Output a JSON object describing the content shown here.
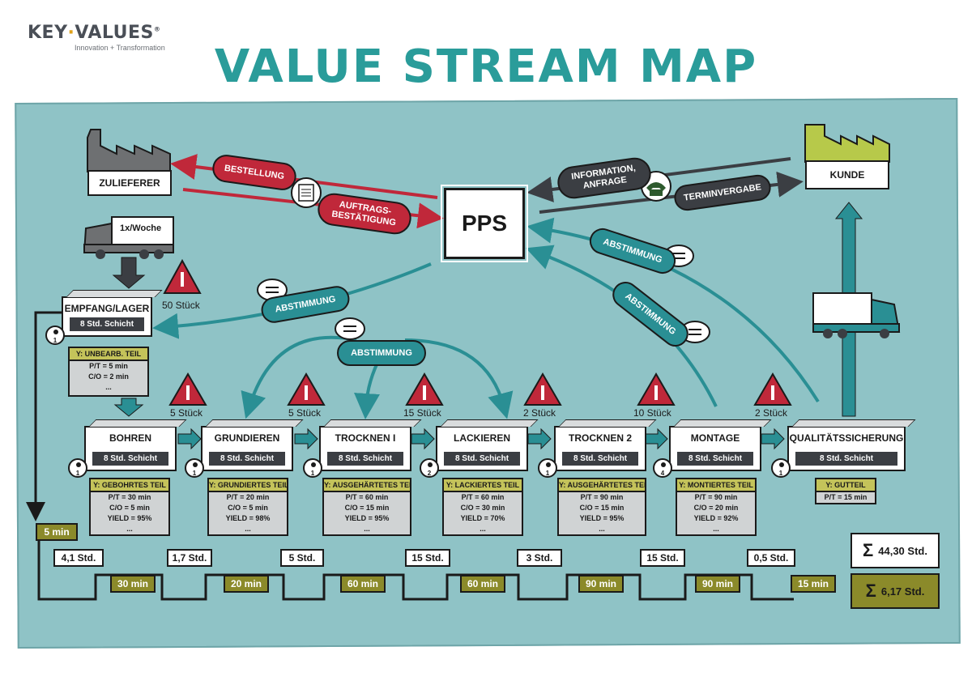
{
  "logo": {
    "text_a": "KEY",
    "text_b": "VALUES",
    "reg": "®",
    "sub": "Innovation + Transformation"
  },
  "title": "VALUE STREAM MAP",
  "supplier": {
    "label": "ZULIEFERER"
  },
  "customer": {
    "label": "KUNDE"
  },
  "pps": {
    "label": "PPS"
  },
  "truck_in": {
    "label": "1x/Woche"
  },
  "info_flows": {
    "bestellung": "BESTELLUNG",
    "auftrag_1": "AUFTRAGS-",
    "auftrag_2": "BESTÄTIGUNG",
    "information_1": "INFORMATION,",
    "information_2": "ANFRAGE",
    "terminvergabe": "TERMINVERGABE",
    "abstimmung": "ABSTIMMUNG"
  },
  "empfang": {
    "name": "EMPFANG/LAGER",
    "shift": "8 Std. Schicht",
    "operators": "1",
    "data_header": "Y: UNBEARB. TEIL",
    "data_lines": [
      "P/T = 5 min",
      "C/O = 2 min",
      "..."
    ],
    "inventory": "50 Stück"
  },
  "processes": [
    {
      "name": "BOHREN",
      "shift": "8 Std. Schicht",
      "operators": "1",
      "data_header": "Y: GEBOHRTES TEIL",
      "data_lines": [
        "P/T = 30 min",
        "C/O = 5 min",
        "YIELD = 95%",
        "..."
      ]
    },
    {
      "name": "GRUNDIEREN",
      "shift": "8 Std. Schicht",
      "operators": "1",
      "data_header": "Y: GRUNDIERTES TEIL",
      "data_lines": [
        "P/T = 20 min",
        "C/O = 5 min",
        "YIELD = 98%",
        "..."
      ]
    },
    {
      "name": "TROCKNEN I",
      "shift": "8 Std. Schicht",
      "operators": "1",
      "data_header": "Y: AUSGEHÄRTETES TEIL",
      "data_lines": [
        "P/T = 60 min",
        "C/O = 15 min",
        "YIELD = 95%",
        "..."
      ]
    },
    {
      "name": "LACKIEREN",
      "shift": "8 Std. Schicht",
      "operators": "2",
      "data_header": "Y: LACKIERTES TEIL",
      "data_lines": [
        "P/T = 60 min",
        "C/O = 30 min",
        "YIELD = 70%",
        "..."
      ]
    },
    {
      "name": "TROCKNEN 2",
      "shift": "8 Std. Schicht",
      "operators": "1",
      "data_header": "Y: AUSGEHÄRTETES TEIL",
      "data_lines": [
        "P/T = 90 min",
        "C/O = 15 min",
        "YIELD = 95%",
        "..."
      ]
    },
    {
      "name": "MONTAGE",
      "shift": "8 Std. Schicht",
      "operators": "4",
      "data_header": "Y: MONTIERTES TEIL",
      "data_lines": [
        "P/T = 90 min",
        "C/O = 20 min",
        "YIELD = 92%",
        "..."
      ]
    },
    {
      "name": "QUALITÄTSSICHERUNG",
      "shift": "8 Std. Schicht",
      "operators": "1",
      "data_header": "Y: GUTTEIL",
      "data_lines": [
        "P/T = 15 min"
      ]
    }
  ],
  "inventories": [
    "5 Stück",
    "5 Stück",
    "15 Stück",
    "2 Stück",
    "10 Stück",
    "2 Stück"
  ],
  "timeline": {
    "lead_times": [
      "4,1 Std.",
      "1,7 Std.",
      "5 Std.",
      "15 Std.",
      "3 Std.",
      "15 Std.",
      "0,5 Std."
    ],
    "process_times": [
      "5 min",
      "30 min",
      "20 min",
      "60 min",
      "60 min",
      "90 min",
      "90 min",
      "15 min"
    ],
    "total_lead": "44,30 Std.",
    "total_process": "6,17 Std.",
    "sigma": "Σ"
  },
  "colors": {
    "board": "#8fc3c6",
    "teal": "#2a8f94",
    "red": "#c0283a",
    "dark": "#3b3e43",
    "olive": "#8b8a2a",
    "title": "#2a9c9a"
  }
}
